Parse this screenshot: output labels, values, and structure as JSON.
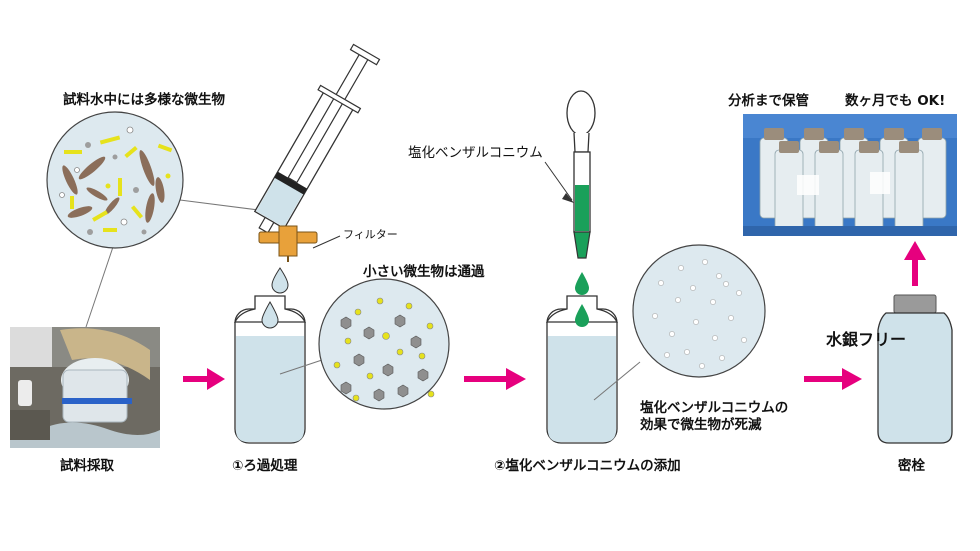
{
  "labels": {
    "sample_water_diverse_microbes": "試料水中には多様な微生物",
    "filter": "フィルター",
    "small_microbes_pass": "小さい微生物は通過",
    "benzalkonium_chloride": "塩化ベンザルコニウム",
    "storage_until_analysis": "分析まで保管",
    "months_ok": "数ヶ月でも OK!",
    "mercury_free": "水銀フリー",
    "effect_line1": "塩化ベンザルコニウムの",
    "effect_line2": "効果で微生物が死滅",
    "step_sampling": "試料採取",
    "step1": "①ろ過処理",
    "step2": "②塩化ベンザルコニウムの添加",
    "step_seal": "密栓"
  },
  "colors": {
    "arrow": "#e6007e",
    "liquid": "#cfe2ea",
    "circle_fill": "#dde9ef",
    "filter_orange": "#e8a13a",
    "reagent_green": "#1aa05a",
    "microbe_yellow": "#e6e21c",
    "microbe_brown": "#8b6e5a",
    "microbe_gray": "#9e9e9e",
    "cap_gray": "#9a9a9a"
  }
}
